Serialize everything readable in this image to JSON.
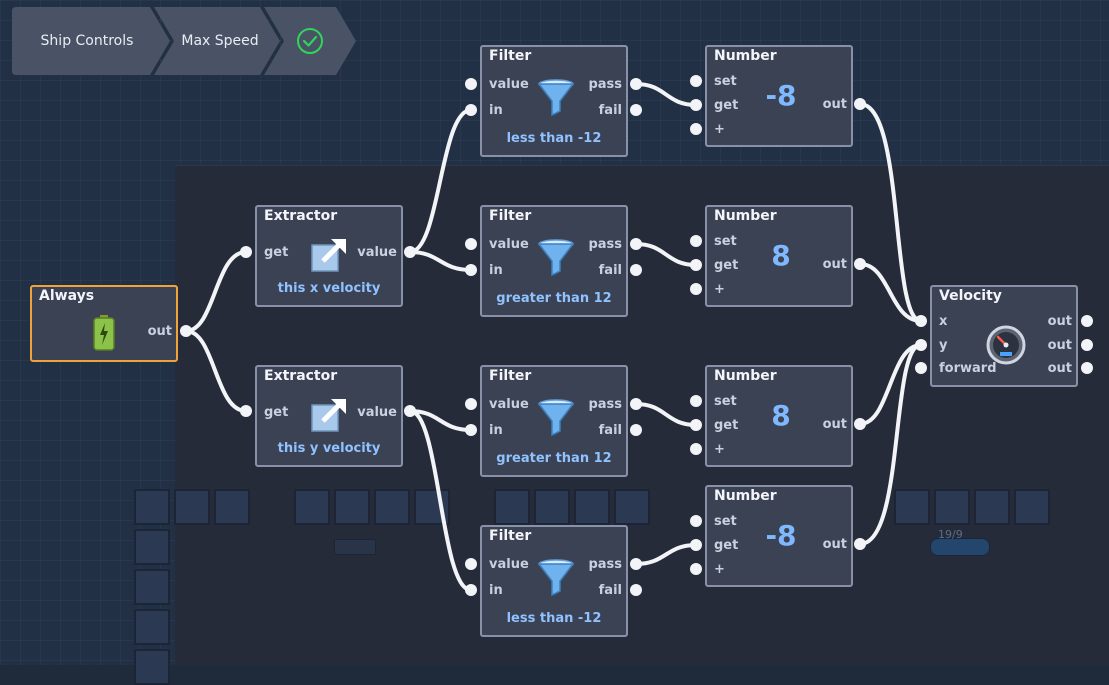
{
  "breadcrumb": [
    "Ship Controls",
    "Max Speed"
  ],
  "accent_check": "#2fd65a",
  "map": {
    "label": "19/9"
  },
  "nodes": {
    "always": {
      "title": "Always",
      "out": "out",
      "icon": "battery-icon"
    },
    "extractor_x": {
      "title": "Extractor",
      "in": "get",
      "out": "value",
      "caption": "this x velocity",
      "icon": "extract-arrow-icon"
    },
    "extractor_y": {
      "title": "Extractor",
      "in": "get",
      "out": "value",
      "caption": "this y velocity",
      "icon": "extract-arrow-icon"
    },
    "filter_1": {
      "title": "Filter",
      "value": "value",
      "in": "in",
      "pass": "pass",
      "fail": "fail",
      "caption": "less than -12",
      "icon": "funnel-icon"
    },
    "filter_2": {
      "title": "Filter",
      "value": "value",
      "in": "in",
      "pass": "pass",
      "fail": "fail",
      "caption": "greater than 12",
      "icon": "funnel-icon"
    },
    "filter_3": {
      "title": "Filter",
      "value": "value",
      "in": "in",
      "pass": "pass",
      "fail": "fail",
      "caption": "greater than 12",
      "icon": "funnel-icon"
    },
    "filter_4": {
      "title": "Filter",
      "value": "value",
      "in": "in",
      "pass": "pass",
      "fail": "fail",
      "caption": "less than -12",
      "icon": "funnel-icon"
    },
    "number_1": {
      "title": "Number",
      "set": "set",
      "get": "get",
      "plus": "+",
      "out": "out",
      "value": "-8"
    },
    "number_2": {
      "title": "Number",
      "set": "set",
      "get": "get",
      "plus": "+",
      "out": "out",
      "value": "8"
    },
    "number_3": {
      "title": "Number",
      "set": "set",
      "get": "get",
      "plus": "+",
      "out": "out",
      "value": "8"
    },
    "number_4": {
      "title": "Number",
      "set": "set",
      "get": "get",
      "plus": "+",
      "out": "out",
      "value": "-8"
    },
    "velocity": {
      "title": "Velocity",
      "in_x": "x",
      "in_y": "y",
      "in_forward": "forward",
      "out1": "out",
      "out2": "out",
      "out3": "out",
      "icon": "speedometer-icon"
    }
  }
}
